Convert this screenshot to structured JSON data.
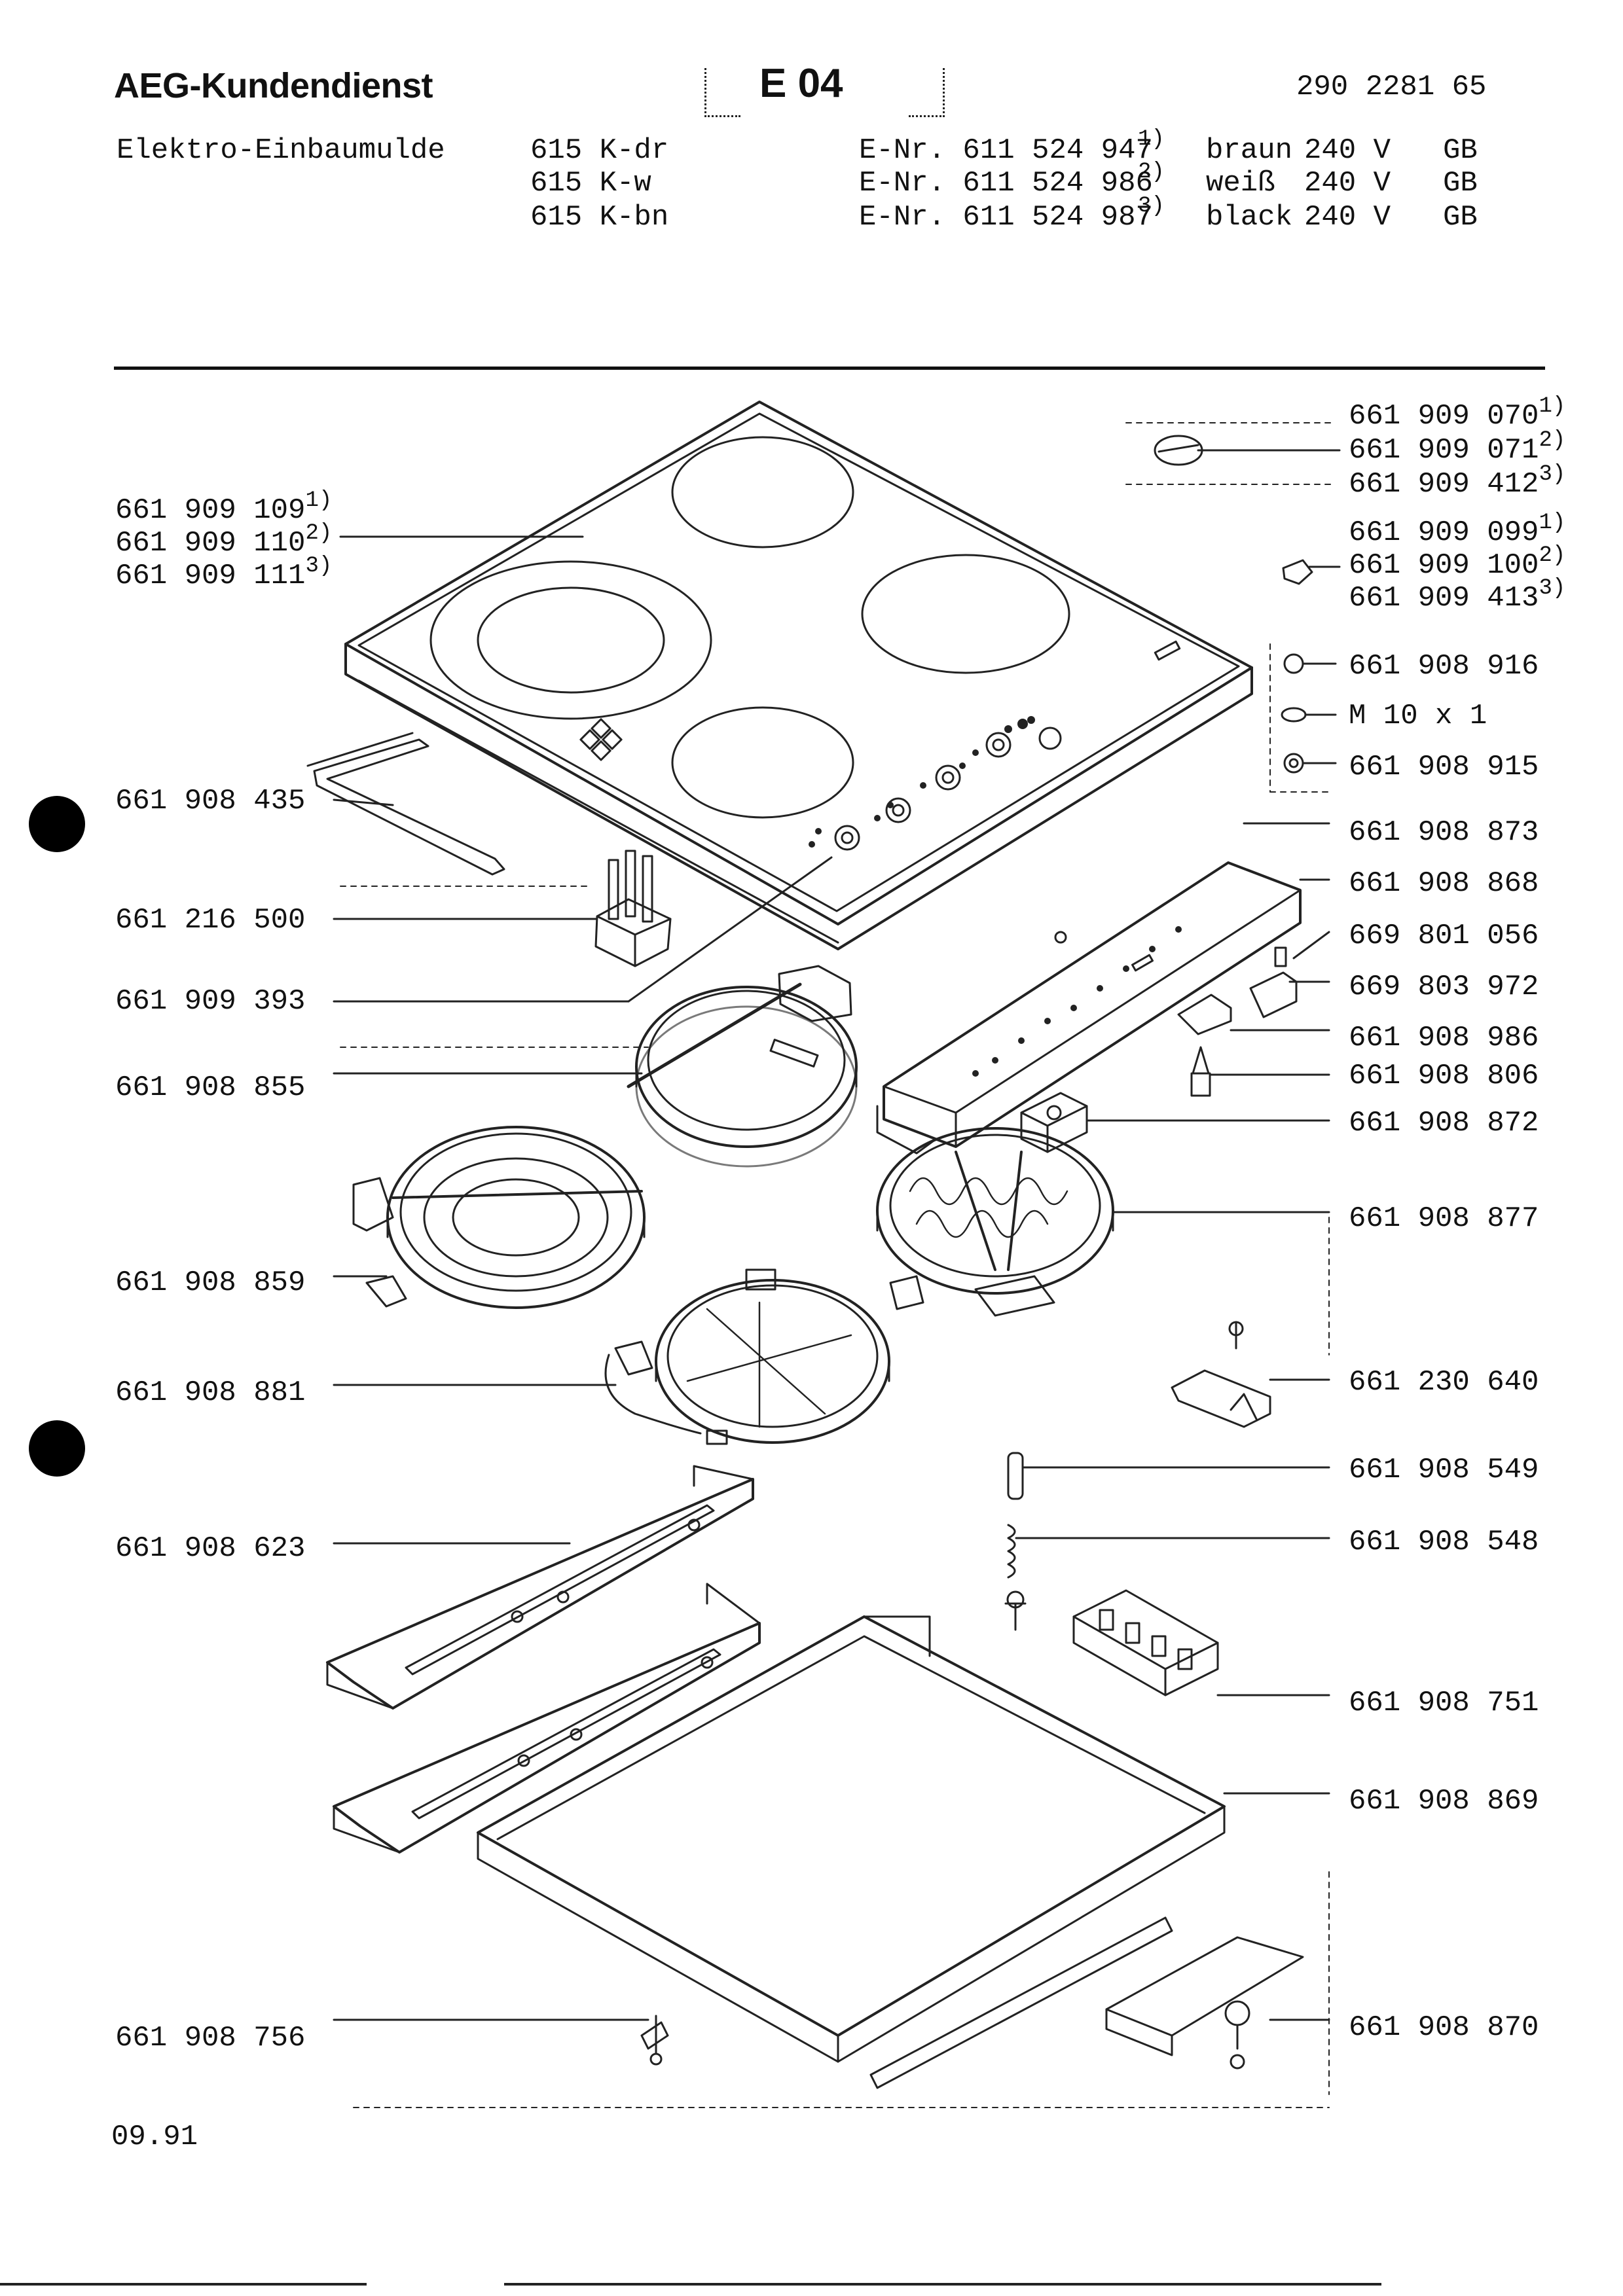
{
  "header": {
    "brand": "AEG-Kundendienst",
    "code": "E 04",
    "doc_number": "290 2281 65",
    "product": "Elektro-Einbaumulde"
  },
  "models": [
    {
      "model": "615 K-dr",
      "enr": "E-Nr. 611 524 947",
      "ref": "1)",
      "color": "braun",
      "voltage": "240 V",
      "region": "GB"
    },
    {
      "model": "615 K-w",
      "enr": "E-Nr. 611 524 986",
      "ref": "2)",
      "color": "weiß",
      "voltage": "240 V",
      "region": "GB"
    },
    {
      "model": "615 K-bn",
      "enr": "E-Nr. 611 524 987",
      "ref": "3)",
      "color": "black",
      "voltage": "240 V",
      "region": "GB"
    }
  ],
  "parts_left": [
    {
      "number": "661 909 109",
      "ref": "1)"
    },
    {
      "number": "661 909 110",
      "ref": "2)"
    },
    {
      "number": "661 909 111",
      "ref": "3)"
    },
    {
      "number": "661 908 435",
      "ref": ""
    },
    {
      "number": "661 216 500",
      "ref": ""
    },
    {
      "number": "661 909 393",
      "ref": ""
    },
    {
      "number": "661 908 855",
      "ref": ""
    },
    {
      "number": "661 908 859",
      "ref": ""
    },
    {
      "number": "661 908 881",
      "ref": ""
    },
    {
      "number": "661 908 623",
      "ref": ""
    },
    {
      "number": "661 908 756",
      "ref": ""
    }
  ],
  "parts_right": [
    {
      "number": "661 909 070",
      "ref": "1)"
    },
    {
      "number": "661 909 071",
      "ref": "2)"
    },
    {
      "number": "661 909 412",
      "ref": "3)"
    },
    {
      "number": "661 909 099",
      "ref": "1)"
    },
    {
      "number": "661 909 100",
      "ref": "2)"
    },
    {
      "number": "661 909 413",
      "ref": "3)"
    },
    {
      "number": "661 908 916",
      "ref": ""
    },
    {
      "number": "M 10 x 1",
      "ref": ""
    },
    {
      "number": "661 908 915",
      "ref": ""
    },
    {
      "number": "661 908 873",
      "ref": ""
    },
    {
      "number": "661 908 868",
      "ref": ""
    },
    {
      "number": "669 801 056",
      "ref": ""
    },
    {
      "number": "669 803 972",
      "ref": ""
    },
    {
      "number": "661 908 986",
      "ref": ""
    },
    {
      "number": "661 908 806",
      "ref": ""
    },
    {
      "number": "661 908 872",
      "ref": ""
    },
    {
      "number": "661 908 877",
      "ref": ""
    },
    {
      "number": "661 230 640",
      "ref": ""
    },
    {
      "number": "661 908 549",
      "ref": ""
    },
    {
      "number": "661 908 548",
      "ref": ""
    },
    {
      "number": "661 908 751",
      "ref": ""
    },
    {
      "number": "661 908 869",
      "ref": ""
    },
    {
      "number": "661 908 870",
      "ref": ""
    }
  ],
  "footer": {
    "date": "09.91"
  }
}
